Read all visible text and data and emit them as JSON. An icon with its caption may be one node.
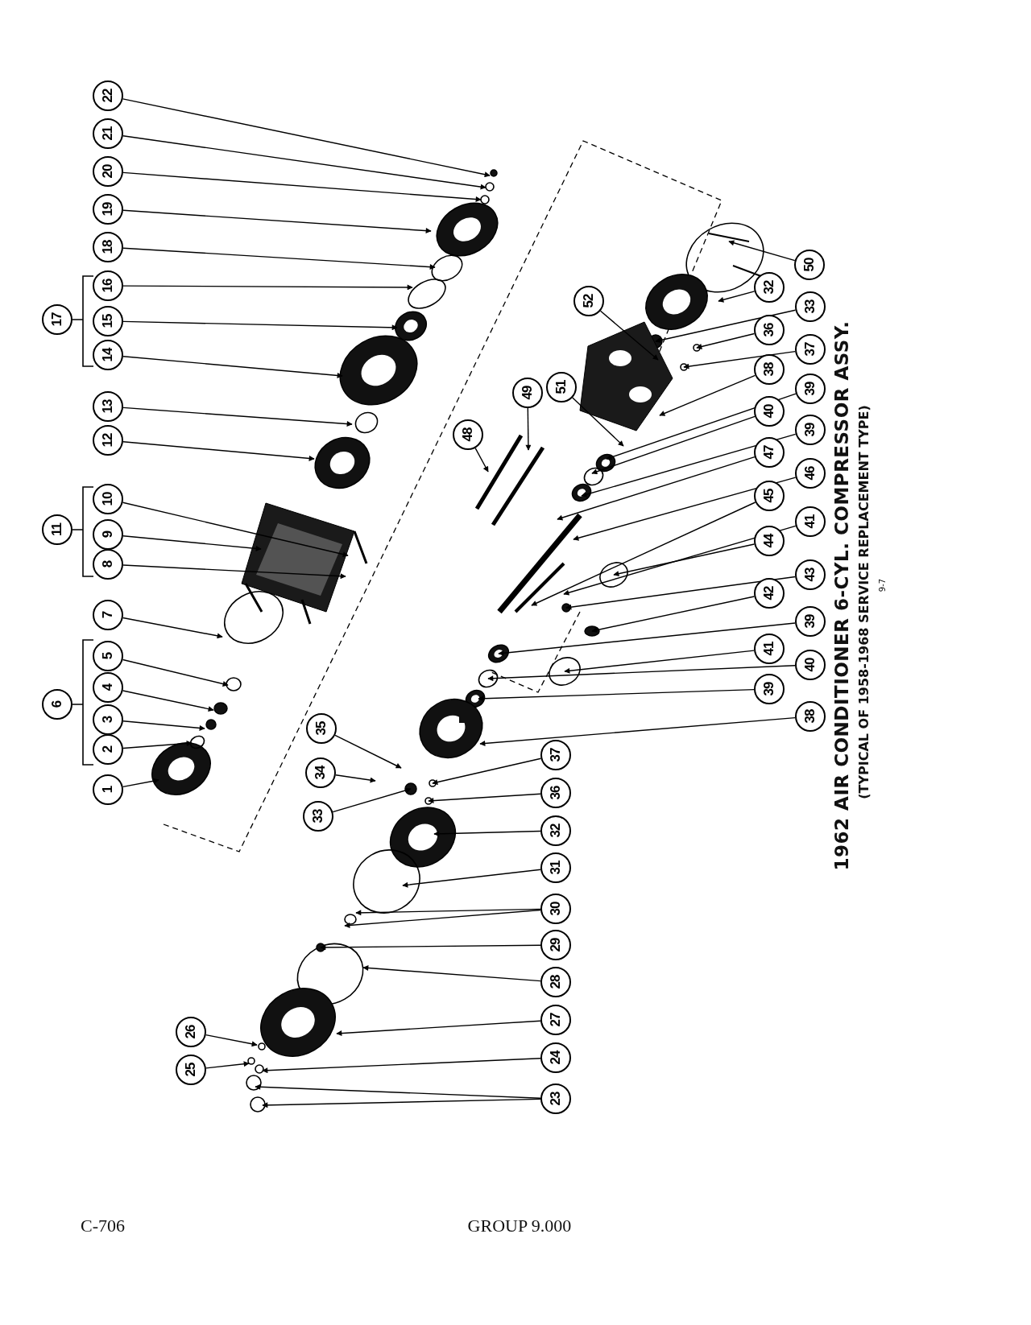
{
  "diagram": {
    "title": "1962 AIR CONDITIONER 6-CYL. COMPRESSOR ASSY.",
    "caption": "(TYPICAL OF 1958-1968 SERVICE REPLACEMENT TYPE)",
    "nodes": [
      {
        "text": [
          "1"
        ]
      },
      {
        "text": [
          "2"
        ]
      },
      {
        "text": [
          "3"
        ]
      },
      {
        "text": [
          "4"
        ]
      },
      {
        "text": [
          "5"
        ]
      },
      {
        "text": [
          "6"
        ]
      },
      {
        "text": [
          "7"
        ]
      },
      {
        "text": [
          "8"
        ]
      },
      {
        "text": [
          "9"
        ]
      },
      {
        "text": [
          "10"
        ]
      },
      {
        "text": [
          "11"
        ]
      },
      {
        "text": [
          "12"
        ]
      },
      {
        "text": [
          "13"
        ]
      },
      {
        "text": [
          "14"
        ]
      },
      {
        "text": [
          "15"
        ]
      },
      {
        "text": [
          "16"
        ]
      },
      {
        "text": [
          "17"
        ]
      },
      {
        "text": [
          "18"
        ]
      },
      {
        "text": [
          "19"
        ]
      },
      {
        "text": [
          "20"
        ]
      },
      {
        "text": [
          "21"
        ]
      },
      {
        "text": [
          "22"
        ]
      },
      {
        "text": [
          "23"
        ]
      },
      {
        "text": [
          "24"
        ]
      },
      {
        "text": [
          "25"
        ]
      },
      {
        "text": [
          "26"
        ]
      },
      {
        "text": [
          "27"
        ]
      },
      {
        "text": [
          "28"
        ]
      },
      {
        "text": [
          "29"
        ]
      },
      {
        "text": [
          "30"
        ]
      },
      {
        "text": [
          "31"
        ]
      },
      {
        "text": [
          "32"
        ]
      },
      {
        "text": [
          "33"
        ]
      },
      {
        "text": [
          "34"
        ]
      },
      {
        "text": [
          "35"
        ]
      },
      {
        "text": [
          "36"
        ]
      },
      {
        "text": [
          "37"
        ]
      },
      {
        "text": [
          "38"
        ]
      },
      {
        "text": [
          "39"
        ]
      },
      {
        "text": [
          "40"
        ]
      },
      {
        "text": [
          "41"
        ]
      },
      {
        "text": [
          "39"
        ]
      },
      {
        "text": [
          "42"
        ]
      },
      {
        "text": [
          "43"
        ]
      },
      {
        "text": [
          "44"
        ]
      },
      {
        "text": [
          "41"
        ]
      },
      {
        "text": [
          "45"
        ]
      },
      {
        "text": [
          "46"
        ]
      },
      {
        "text": [
          "47"
        ]
      },
      {
        "text": [
          "39"
        ]
      },
      {
        "text": [
          "40"
        ]
      },
      {
        "text": [
          "39"
        ]
      },
      {
        "text": [
          "38"
        ]
      },
      {
        "text": [
          "37"
        ]
      },
      {
        "text": [
          "36"
        ]
      },
      {
        "text": [
          "33"
        ]
      },
      {
        "text": [
          "32"
        ]
      },
      {
        "text": [
          "50"
        ]
      },
      {
        "text": [
          "52"
        ]
      },
      {
        "text": [
          "51"
        ]
      },
      {
        "text": [
          "49"
        ]
      },
      {
        "text": [
          "48"
        ]
      }
    ],
    "edges": [
      {
        "from": 0,
        "to": null,
        "arrow": "to"
      },
      {
        "from": 1,
        "to": null,
        "arrow": "to"
      },
      {
        "from": 2,
        "to": null,
        "arrow": "to"
      },
      {
        "from": 3,
        "to": null,
        "arrow": "to"
      },
      {
        "from": 4,
        "to": null,
        "arrow": "to"
      },
      {
        "from": 6,
        "to": null,
        "arrow": "to"
      },
      {
        "from": 7,
        "to": null,
        "arrow": "to"
      },
      {
        "from": 8,
        "to": null,
        "arrow": "to"
      },
      {
        "from": 9,
        "to": null,
        "arrow": "to"
      },
      {
        "from": 11,
        "to": null,
        "arrow": "to"
      },
      {
        "from": 12,
        "to": null,
        "arrow": "to"
      },
      {
        "from": 13,
        "to": null,
        "arrow": "to"
      },
      {
        "from": 14,
        "to": null,
        "arrow": "to"
      },
      {
        "from": 15,
        "to": null,
        "arrow": "to"
      },
      {
        "from": 17,
        "to": null,
        "arrow": "to"
      },
      {
        "from": 18,
        "to": null,
        "arrow": "to"
      },
      {
        "from": 19,
        "to": null,
        "arrow": "to"
      },
      {
        "from": 20,
        "to": null,
        "arrow": "to"
      },
      {
        "from": 21,
        "to": null,
        "arrow": "to"
      },
      {
        "from": 22,
        "to": null,
        "arrow": "to"
      },
      {
        "from": 22,
        "to": null,
        "arrow": "to"
      },
      {
        "from": 23,
        "to": null,
        "arrow": "to"
      },
      {
        "from": 24,
        "to": null,
        "arrow": "to"
      },
      {
        "from": 25,
        "to": null,
        "arrow": "to"
      },
      {
        "from": 26,
        "to": null,
        "arrow": "to"
      },
      {
        "from": 27,
        "to": null,
        "arrow": "to"
      },
      {
        "from": 28,
        "to": null,
        "arrow": "to"
      },
      {
        "from": 29,
        "to": null,
        "arrow": "to"
      },
      {
        "from": 29,
        "to": null,
        "arrow": "to"
      },
      {
        "from": 30,
        "to": null,
        "arrow": "to"
      },
      {
        "from": 31,
        "to": null,
        "arrow": "to"
      },
      {
        "from": 32,
        "to": null,
        "arrow": "to"
      },
      {
        "from": 33,
        "to": null,
        "arrow": "to"
      },
      {
        "from": 34,
        "to": null,
        "arrow": "to"
      },
      {
        "from": 35,
        "to": null,
        "arrow": "to"
      },
      {
        "from": 36,
        "to": null,
        "arrow": "to"
      },
      {
        "from": 37,
        "to": null,
        "arrow": "to"
      },
      {
        "from": 38,
        "to": null,
        "arrow": "to"
      },
      {
        "from": 39,
        "to": null,
        "arrow": "to"
      },
      {
        "from": 40,
        "to": null,
        "arrow": "to"
      },
      {
        "from": 41,
        "to": null,
        "arrow": "to"
      },
      {
        "from": 42,
        "to": null,
        "arrow": "to"
      },
      {
        "from": 43,
        "to": null,
        "arrow": "to"
      },
      {
        "from": 44,
        "to": null,
        "arrow": "to"
      },
      {
        "from": 45,
        "to": null,
        "arrow": "to"
      },
      {
        "from": 46,
        "to": null,
        "arrow": "to"
      },
      {
        "from": 47,
        "to": null,
        "arrow": "to"
      },
      {
        "from": 48,
        "to": null,
        "arrow": "to"
      },
      {
        "from": 49,
        "to": null,
        "arrow": "to"
      },
      {
        "from": 50,
        "to": null,
        "arrow": "to"
      },
      {
        "from": 51,
        "to": null,
        "arrow": "to"
      },
      {
        "from": 52,
        "to": null,
        "arrow": "to"
      },
      {
        "from": 53,
        "to": null,
        "arrow": "to"
      },
      {
        "from": 54,
        "to": null,
        "arrow": "to"
      },
      {
        "from": 55,
        "to": null,
        "arrow": "to"
      },
      {
        "from": 56,
        "to": null,
        "arrow": "to"
      },
      {
        "from": 57,
        "to": null,
        "arrow": "to"
      },
      {
        "from": 58,
        "to": null,
        "arrow": "to"
      },
      {
        "from": 59,
        "to": null,
        "arrow": "to"
      },
      {
        "from": 60,
        "to": null,
        "arrow": "to"
      },
      {
        "from": 61,
        "to": null,
        "arrow": "to"
      }
    ],
    "labels": [
      "9-7",
      "C-706",
      "GROUP 9.000"
    ]
  }
}
